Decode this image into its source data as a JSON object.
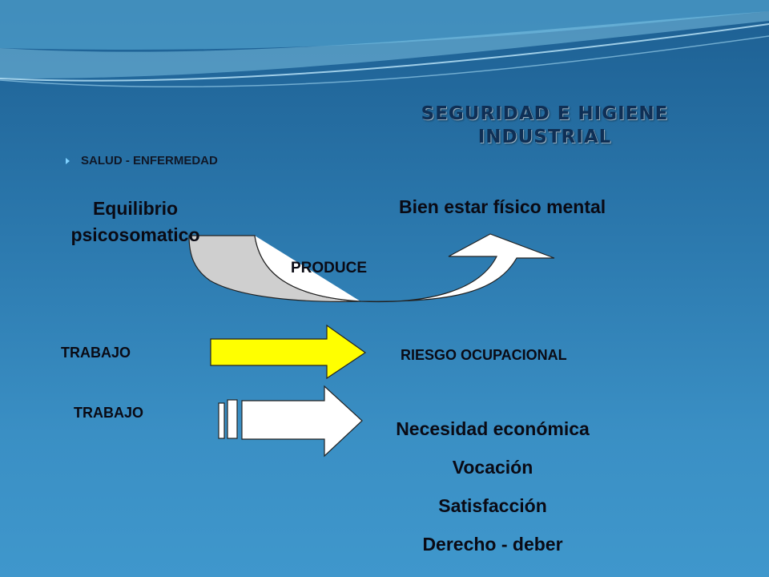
{
  "slide": {
    "title_line1": "SEGURIDAD E HIGIENE",
    "title_line2": "INDUSTRIAL",
    "bullet": "SALUD - ENFERMEDAD"
  },
  "diagram": {
    "left_label_line1": "Equilibrio",
    "left_label_line2": "psicosomatico",
    "right_label": "Bien estar físico mental",
    "curve_label": "PRODUCE",
    "row1": {
      "left": "TRABAJO",
      "right": "RIESGO OCUPACIONAL",
      "arrow_color": "#ffff00"
    },
    "row2": {
      "left": "TRABAJO",
      "reasons": [
        "Necesidad económica",
        "Vocación",
        "Satisfacción",
        "Derecho - deber"
      ]
    }
  }
}
